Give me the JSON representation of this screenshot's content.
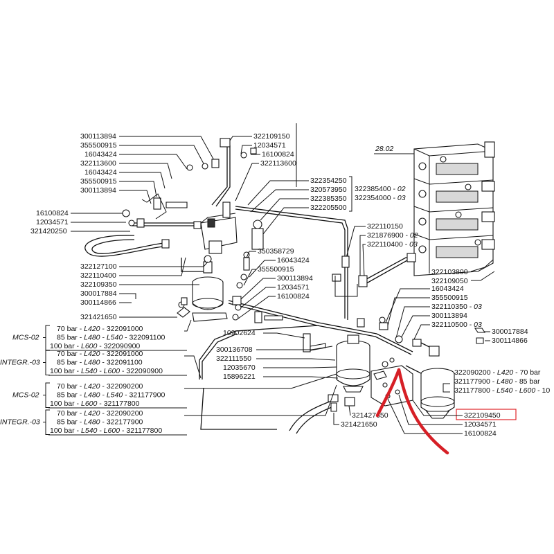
{
  "highlight": {
    "part_number": "322109450",
    "color": "#e0262a",
    "arrow_color": "#d61f26"
  },
  "labels_top_left": [
    "300113894",
    "355500915",
    "16043424",
    "322113600",
    "16043424",
    "355500915",
    "300113894",
    "16100824",
    "12034571",
    "321420250"
  ],
  "labels_top_center": [
    "322109150",
    "12034571",
    "16100824",
    "322113600"
  ],
  "labels_center_block": [
    "322354250",
    "320573950",
    "322385350",
    "322205500"
  ],
  "labels_center_right": [
    {
      "code": "322385400",
      "suffix": "02"
    },
    {
      "code": "322354000",
      "suffix": "03"
    }
  ],
  "labels_mid_center": [
    {
      "code": "322110150",
      "suffix": ""
    },
    {
      "code": "321876900",
      "suffix": "02"
    },
    {
      "code": "322110400",
      "suffix": "03"
    }
  ],
  "labels_mid_left": [
    "322127100",
    "322110400",
    "322109350",
    "300017884",
    "300114866",
    "321421650"
  ],
  "labels_mid_center2": [
    "350358729",
    "16043424",
    "355500915",
    "300113894",
    "12034571",
    "16100824"
  ],
  "label_valve_block": "28.02",
  "labels_right_upper": [
    "322103800",
    "322109050"
  ],
  "labels_right_mid": [
    {
      "code": "16043424",
      "suffix": ""
    },
    {
      "code": "355500915",
      "suffix": ""
    },
    {
      "code": "322110350",
      "suffix": "03"
    },
    {
      "code": "300113894",
      "suffix": ""
    },
    {
      "code": "322110500",
      "suffix": "03"
    }
  ],
  "labels_far_right": [
    "300017884",
    "300114866"
  ],
  "labels_lower_center": [
    "10902624",
    "300136708",
    "322111550",
    "12035670",
    "15896221"
  ],
  "labels_accumulator_right": [
    {
      "code": "322090200",
      "spec": "L420",
      "pressure": "70 bar"
    },
    {
      "code": "321177900",
      "spec": "L480",
      "pressure": "85 bar"
    },
    {
      "code": "321177800",
      "spec": "L540 - L600",
      "pressure": "10"
    }
  ],
  "labels_bottom_center": [
    "321427650",
    "321421650"
  ],
  "labels_bottom_right": [
    "322109450",
    "12034571",
    "16100824"
  ],
  "groups": [
    {
      "name": "MCS-02",
      "rows": [
        {
          "pressure": "70",
          "unit": "bar",
          "spec": "L420",
          "code": "322091000"
        },
        {
          "pressure": "85",
          "unit": "bar",
          "spec": "L480 - L540",
          "code": "322091100"
        },
        {
          "pressure": "100",
          "unit": "bar",
          "spec": "L600",
          "code": "322090900"
        }
      ]
    },
    {
      "name": "INTEGR.-03",
      "rows": [
        {
          "pressure": "70",
          "unit": "bar",
          "spec": "L420",
          "code": "322091000"
        },
        {
          "pressure": "85",
          "unit": "bar",
          "spec": "L480",
          "code": "322091100"
        },
        {
          "pressure": "100",
          "unit": "bar",
          "spec": "L540 - L600",
          "code": "322090900"
        }
      ]
    },
    {
      "name": "MCS-02",
      "rows": [
        {
          "pressure": "70",
          "unit": "bar",
          "spec": "L420",
          "code": "322090200"
        },
        {
          "pressure": "85",
          "unit": "bar",
          "spec": "L480 - L540",
          "code": "321177900"
        },
        {
          "pressure": "100",
          "unit": "bar",
          "spec": "L600",
          "code": "321177800"
        }
      ]
    },
    {
      "name": "INTEGR.-03",
      "rows": [
        {
          "pressure": "70",
          "unit": "bar",
          "spec": "L420",
          "code": "322090200"
        },
        {
          "pressure": "85",
          "unit": "bar",
          "spec": "L480",
          "code": "322177900"
        },
        {
          "pressure": "100",
          "unit": "bar",
          "spec": "L540 - L600",
          "code": "321177800"
        }
      ]
    }
  ]
}
